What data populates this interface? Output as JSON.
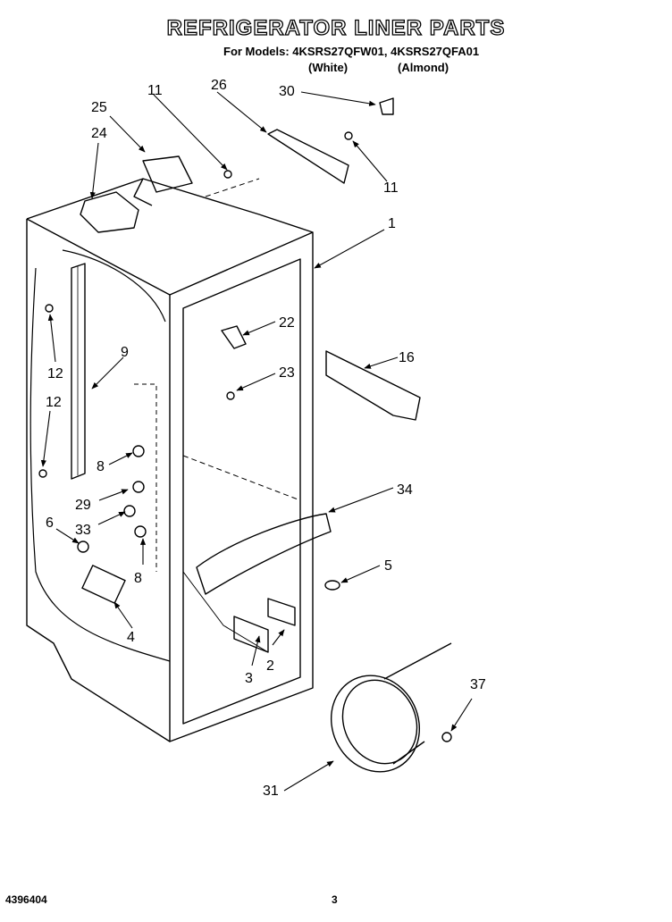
{
  "title": "REFRIGERATOR LINER PARTS",
  "models_line": "For Models: 4KSRS27QFW01, 4KSRS27QFA01",
  "color_white": "(White)",
  "color_almond": "(Almond)",
  "doc_number": "4396404",
  "page_number": "3",
  "callouts": [
    "1",
    "2",
    "3",
    "4",
    "5",
    "6",
    "8",
    "8",
    "9",
    "11",
    "11",
    "12",
    "12",
    "16",
    "22",
    "23",
    "24",
    "25",
    "26",
    "29",
    "30",
    "31",
    "33",
    "34",
    "37"
  ]
}
